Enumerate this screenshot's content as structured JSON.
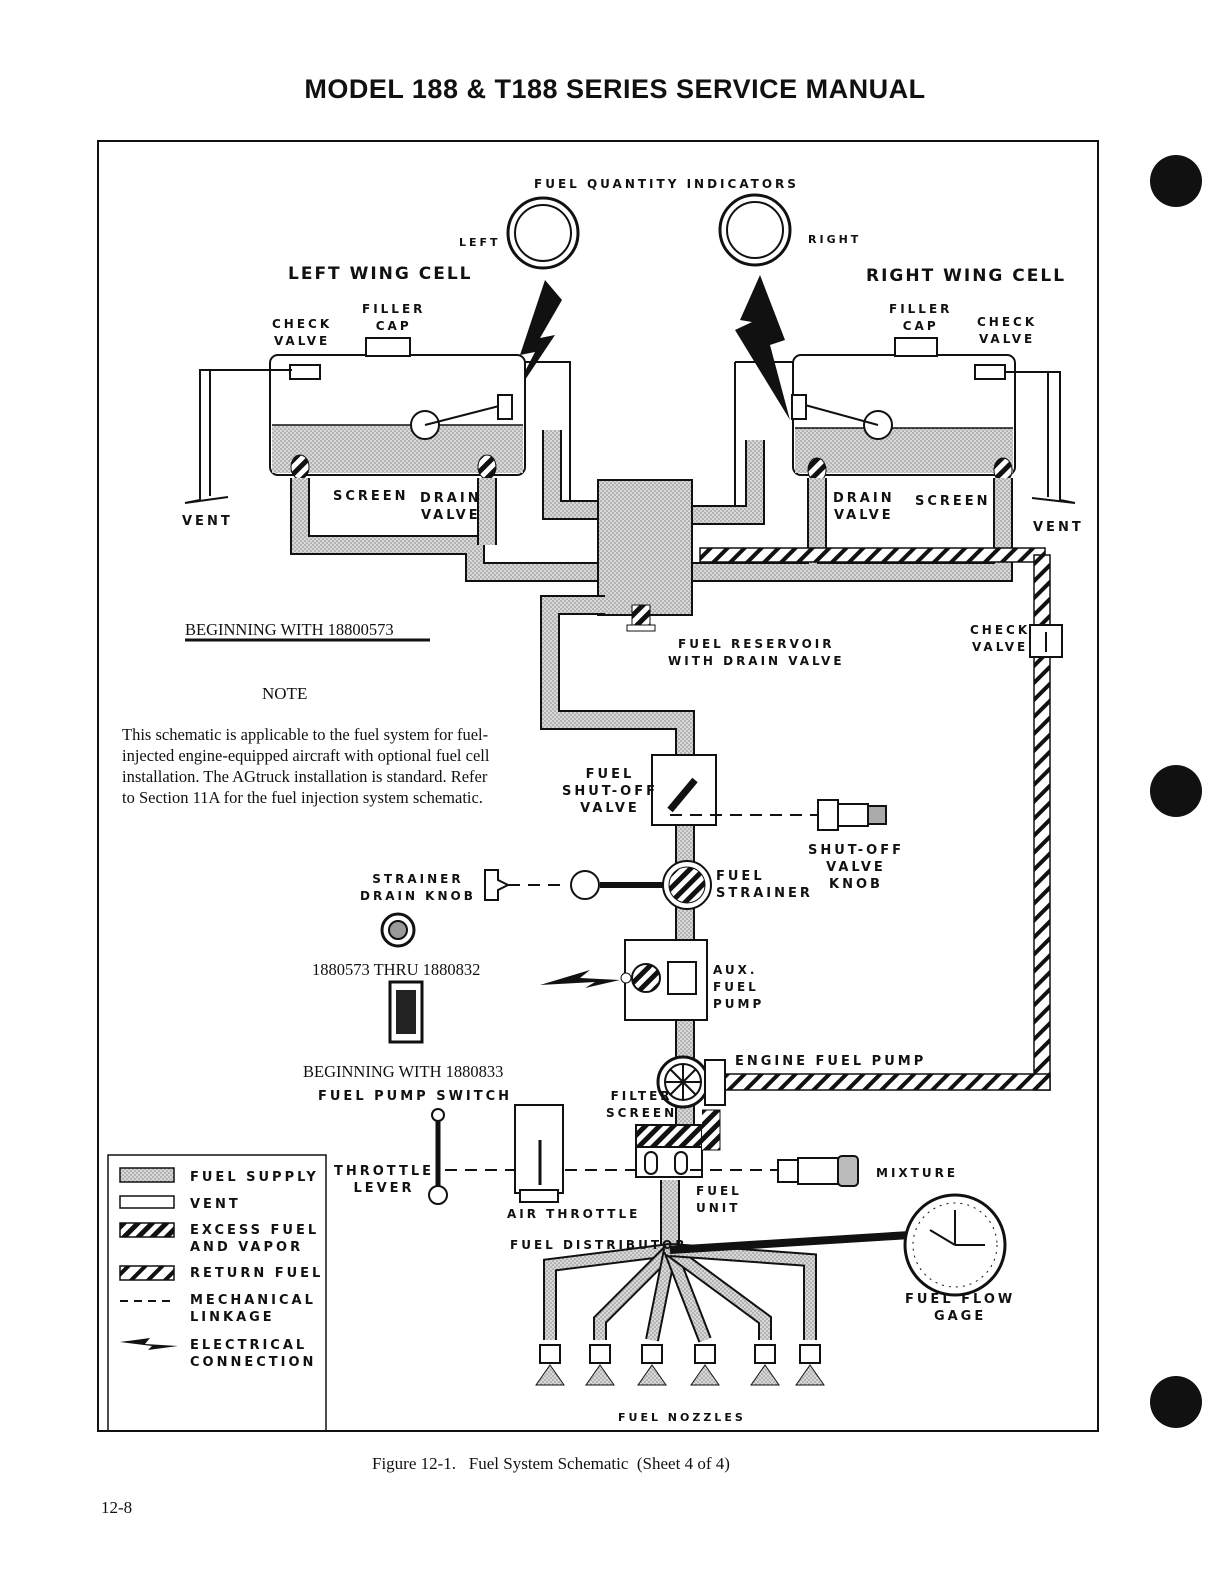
{
  "header": {
    "title": "MODEL 188 & T188 SERIES SERVICE MANUAL"
  },
  "labels": {
    "fuel_quantity_indicators": "FUEL QUANTITY INDICATORS",
    "left": "LEFT",
    "right": "RIGHT",
    "left_wing_cell": "LEFT WING CELL",
    "right_wing_cell": "RIGHT WING CELL",
    "filler_cap_l_1": "FILLER",
    "filler_cap_l_2": "CAP",
    "check_valve_l_1": "CHECK",
    "check_valve_l_2": "VALVE",
    "filler_cap_r_1": "FILLER",
    "filler_cap_r_2": "CAP",
    "check_valve_r_1": "CHECK",
    "check_valve_r_2": "VALVE",
    "vent_l": "VENT",
    "vent_r": "VENT",
    "screen_l": "SCREEN",
    "screen_r": "SCREEN",
    "drain_valve_l_1": "DRAIN",
    "drain_valve_l_2": "VALVE",
    "drain_valve_r_1": "DRAIN",
    "drain_valve_r_2": "VALVE",
    "fuel_reservoir_1": "FUEL RESERVOIR",
    "fuel_reservoir_2": "WITH DRAIN VALVE",
    "check_valve_ret_1": "CHECK",
    "check_valve_ret_2": "VALVE",
    "shutoff_valve_1": "FUEL",
    "shutoff_valve_2": "SHUT-OFF",
    "shutoff_valve_3": "VALVE",
    "shutoff_knob_1": "SHUT-OFF",
    "shutoff_knob_2": "VALVE",
    "shutoff_knob_3": "KNOB",
    "strainer_drain_1": "STRAINER",
    "strainer_drain_2": "DRAIN KNOB",
    "fuel_strainer_1": "FUEL",
    "fuel_strainer_2": "STRAINER",
    "aux_pump_1": "AUX.",
    "aux_pump_2": "FUEL",
    "aux_pump_3": "PUMP",
    "engine_fuel_pump": "ENGINE FUEL PUMP",
    "filter_screen_1": "FILTER",
    "filter_screen_2": "SCREEN",
    "fuel_pump_switch": "FUEL PUMP SWITCH",
    "throttle_lever_1": "THROTTLE",
    "throttle_lever_2": "LEVER",
    "air_throttle": "AIR THROTTLE",
    "fuel_unit_1": "FUEL",
    "fuel_unit_2": "UNIT",
    "mixture": "MIXTURE",
    "fuel_distributor": "FUEL DISTRIBUTOR",
    "fuel_flow_gage_1": "FUEL FLOW",
    "fuel_flow_gage_2": "GAGE",
    "fuel_nozzles": "FUEL NOZZLES"
  },
  "notes": {
    "beginning_with_1": "BEGINNING WITH 18800573",
    "note_title": "NOTE",
    "note_body": "This schematic is applicable to the fuel system for fuel-injected engine-equipped aircraft with optional fuel cell installation. The AGtruck installation is standard. Refer to Section 11A for the fuel injection system schematic.",
    "switch_range_1": "1880573 THRU 1880832",
    "switch_range_2": "BEGINNING WITH 1880833"
  },
  "legend": {
    "items": [
      {
        "label_1": "FUEL SUPPLY",
        "label_2": ""
      },
      {
        "label_1": "VENT",
        "label_2": ""
      },
      {
        "label_1": "EXCESS FUEL",
        "label_2": "AND VAPOR"
      },
      {
        "label_1": "RETURN FUEL",
        "label_2": ""
      },
      {
        "label_1": "MECHANICAL",
        "label_2": "LINKAGE"
      },
      {
        "label_1": "ELECTRICAL",
        "label_2": "CONNECTION"
      }
    ]
  },
  "caption": "Figure 12-1.   Fuel System Schematic  (Sheet 4 of 4)",
  "page_number": "12-8"
}
